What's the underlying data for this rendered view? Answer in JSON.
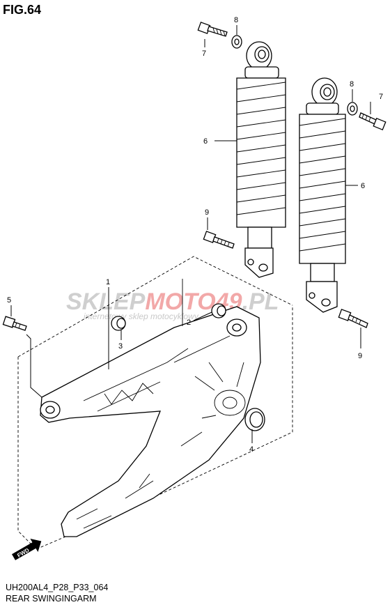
{
  "figure": {
    "title": "FIG.64"
  },
  "callouts": [
    "1",
    "2",
    "3",
    "4",
    "5",
    "6",
    "6",
    "7",
    "7",
    "8",
    "8",
    "9",
    "9"
  ],
  "watermark": {
    "part1": "SKLEP",
    "part2": "MOTO",
    "part3": "49",
    "part4": ".PL",
    "subtitle": "internetowy sklep motocyklowy",
    "colors": {
      "grey": "#cfcfcf",
      "red": "#f2a8a8"
    }
  },
  "direction_badge": "FWD",
  "footer": {
    "code": "UH200AL4_P28_P33_064",
    "name": "REAR SWINGINGARM"
  }
}
